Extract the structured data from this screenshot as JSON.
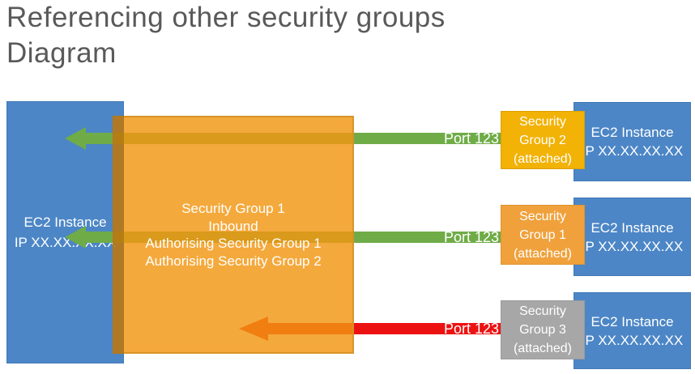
{
  "title": {
    "line1": "Referencing other security groups",
    "line2": "Diagram"
  },
  "left_instance": {
    "name": "EC2 Instance",
    "ip": "IP XX.XX.XX.XX"
  },
  "central_group": {
    "title": "Security Group 1",
    "direction": "Inbound",
    "rule1": "Authorising Security Group 1",
    "rule2": "Authorising Security Group 2"
  },
  "rows": [
    {
      "port": "Port 123",
      "arrow": "green-left-arrow",
      "sg_line1": "Security",
      "sg_line2": "Group 2",
      "sg_line3": "(attached)",
      "instance_name": "EC2 Instance",
      "instance_ip": "IP XX.XX.XX.XX"
    },
    {
      "port": "Port 123",
      "arrow": "green-left-arrow",
      "sg_line1": "Security",
      "sg_line2": "Group 1",
      "sg_line3": "(attached)",
      "instance_name": "EC2 Instance",
      "instance_ip": "IP XX.XX.XX.XX"
    },
    {
      "port": "Port 123",
      "arrow": "red-left-arrow",
      "sg_line1": "Security",
      "sg_line2": "Group 3",
      "sg_line3": "(attached)",
      "instance_name": "EC2 Instance",
      "instance_ip": "IP XX.XX.XX.XX"
    }
  ],
  "colors": {
    "blue_box": "#4C86C6",
    "central_orange": "rgba(242,150,17,0.82)",
    "green_arrow": "#6FAC47",
    "red_arrow": "#ED1212",
    "sg2_amber": "#F2B206",
    "sg1_orange": "#F0A13C",
    "sg3_gray": "#A7A7A7",
    "title_text": "#595959",
    "box_text": "#FFFFFF"
  }
}
